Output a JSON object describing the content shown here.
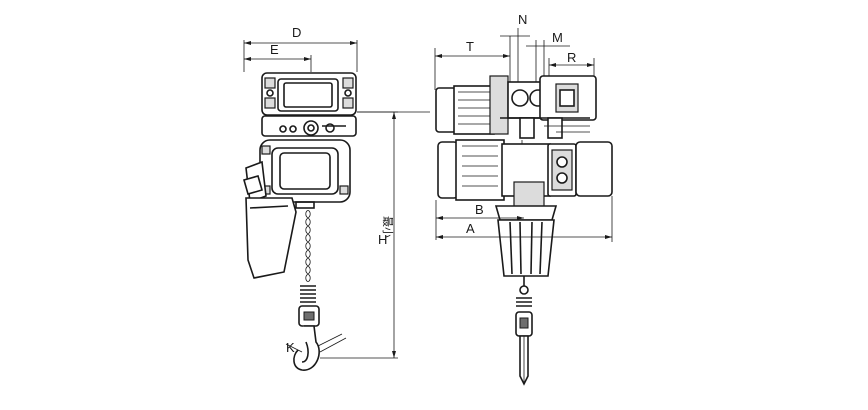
{
  "labels": {
    "D": "D",
    "E": "E",
    "T": "T",
    "N": "N",
    "M": "M",
    "R": "R",
    "B": "B",
    "A": "A",
    "H": "H",
    "K": "K",
    "min": "最小"
  },
  "colors": {
    "line": "#1a1a1a",
    "background": "#ffffff",
    "shade": "#dcdcdc"
  }
}
